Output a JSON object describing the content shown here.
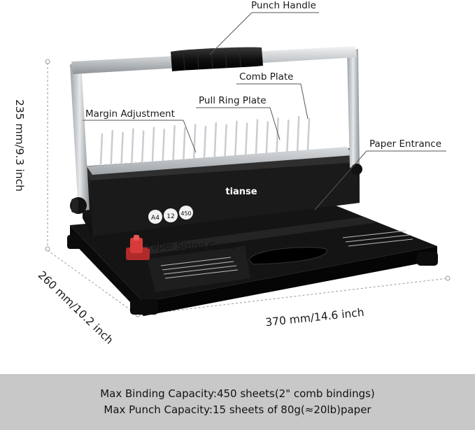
{
  "callouts": {
    "punch_handle": "Punch Handle",
    "comb_plate": "Comb Plate",
    "pull_ring_plate": "Pull Ring Plate",
    "margin_adjustment": "Margin Adjustment",
    "paper_entrance": "Paper Entrance",
    "paper_sizing_guide": "Paper Sizing Guide"
  },
  "dimensions": {
    "height": "235 mm/9.3 inch",
    "depth": "260 mm/10.2 inch",
    "width": "370 mm/14.6 inch"
  },
  "machine": {
    "brand": "tianse",
    "badges": [
      "A4",
      "12",
      "450"
    ]
  },
  "footer": {
    "line1": "Max Binding Capacity:450 sheets(2\" comb bindings)",
    "line2": "Max Punch Capacity:15 sheets of 80g(≈20lb)paper"
  },
  "colors": {
    "body": "#1c1c1c",
    "handle": "#cfd3d6",
    "grip": "#111111",
    "knob": "#d83a3a",
    "footer_bg": "#c8c8c8"
  }
}
